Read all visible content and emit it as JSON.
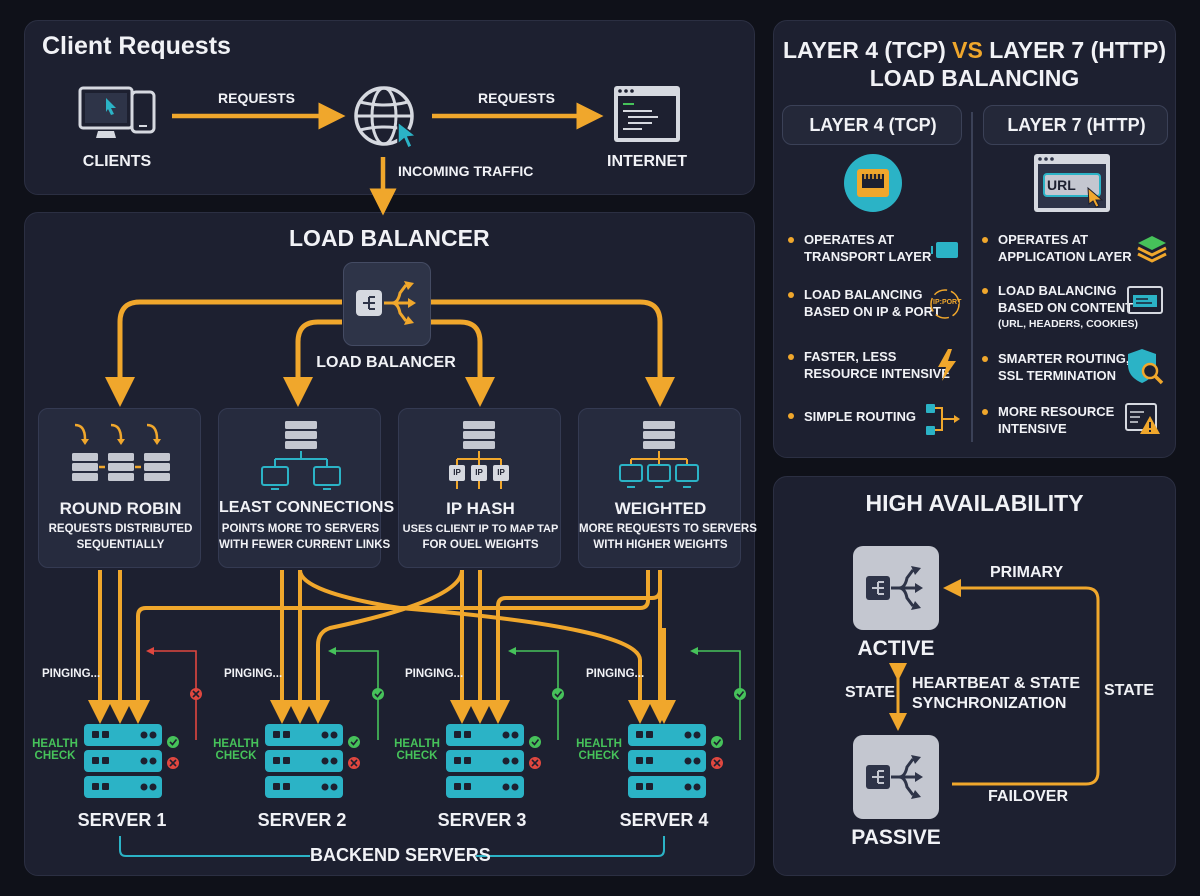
{
  "client": {
    "title": "Client Requests",
    "clients": "CLIENTS",
    "requests1": "REQUESTS",
    "requests2": "REQUESTS",
    "internet": "INTERNET",
    "incoming": "INCOMING TRAFFIC"
  },
  "lb": {
    "title": "LOAD BALANCER",
    "node_label": "LOAD BALANCER",
    "algorithms": [
      {
        "name": "ROUND ROBIN",
        "line1": "REQUESTS DISTRIBUTED",
        "line2": "SEQUENTIALLY"
      },
      {
        "name": "LEAST CONNECTIONS",
        "line1": "POINTS MORE TO SERVERS",
        "line2": "WITH FEWER CURRENT LINKS"
      },
      {
        "name": "IP HASH",
        "line1": "USES CLIENT IP TO MAP TAP",
        "line2": "FOR OUEL WEIGHTS"
      },
      {
        "name": "WEIGHTED",
        "line1": "MORE REQUESTS TO SERVERS",
        "line2": "WITH HIGHER WEIGHTS"
      }
    ],
    "pinging": "PINGING...",
    "health_line1": "HEALTH",
    "health_line2": "CHECK",
    "servers": [
      "SERVER 1",
      "SERVER 2",
      "SERVER 3",
      "SERVER 4"
    ],
    "backend": "BACKEND SERVERS",
    "ip_tag": "IP"
  },
  "layers": {
    "title_line1_a": "LAYER 4 (TCP)",
    "title_vs": "VS",
    "title_line1_b": "LAYER 7 (HTTP)",
    "title_line2": "LOAD BALANCING",
    "l4": {
      "header": "LAYER 4 (TCP)",
      "items": [
        {
          "line1": "OPERATES AT",
          "line2": "TRANSPORT LAYER"
        },
        {
          "line1": "LOAD BALANCING",
          "line2": "BASED ON IP & PORT"
        },
        {
          "line1": "FASTER, LESS",
          "line2": "RESOURCE INTENSIVE"
        },
        {
          "line1": "SIMPLE ROUTING",
          "line2": ""
        }
      ],
      "ipport_icon_text": "IP:PORT"
    },
    "l7": {
      "header": "LAYER 7 (HTTP)",
      "url_text": "URL",
      "items": [
        {
          "line1": "OPERATES AT",
          "line2": "APPLICATION LAYER",
          "line3": ""
        },
        {
          "line1": "LOAD BALANCING",
          "line2": "BASED ON CONTENT",
          "line3": "(URL, HEADERS, COOKIES)"
        },
        {
          "line1": "SMARTER ROUTING,",
          "line2": "SSL TERMINATION",
          "line3": ""
        },
        {
          "line1": "MORE RESOURCE",
          "line2": "INTENSIVE",
          "line3": ""
        }
      ]
    }
  },
  "ha": {
    "title": "HIGH AVAILABILITY",
    "active": "ACTIVE",
    "passive": "PASSIVE",
    "primary": "PRIMARY",
    "state_left": "STATE",
    "state_right": "STATE",
    "heartbeat_line1": "HEARTBEAT & STATE",
    "heartbeat_line2": "SYNCHRONIZATION",
    "failover": "FAILOVER"
  },
  "colors": {
    "orange": "#f0a72c",
    "teal": "#2bb3c6",
    "green": "#46c25a",
    "red": "#e0473f",
    "panel": "#1d2030",
    "bg": "#0f1119"
  }
}
